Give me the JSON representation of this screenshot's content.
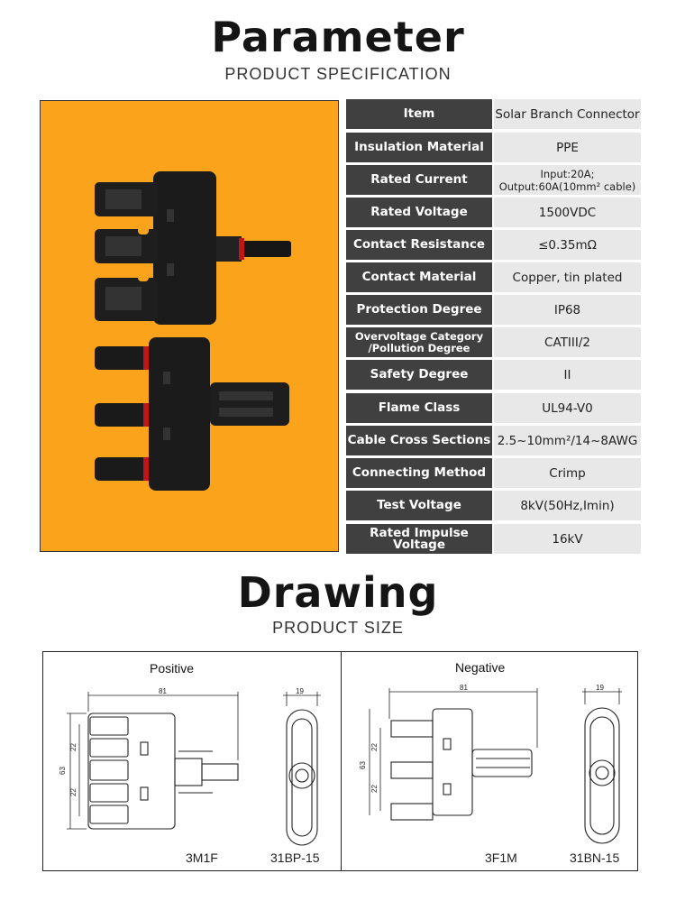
{
  "header": {
    "title": "Parameter",
    "subtitle": "PRODUCT SPECIFICATION"
  },
  "spec": {
    "rows": [
      {
        "key": "Item",
        "value": "Solar Branch Connector"
      },
      {
        "key": "Insulation Material",
        "value": "PPE"
      },
      {
        "key": "Rated Current",
        "value_lines": [
          "Input:20A;",
          "Output:60A(10mm² cable)"
        ]
      },
      {
        "key": "Rated Voltage",
        "value": "1500VDC"
      },
      {
        "key": "Contact Resistance",
        "value": "≤0.35mΩ"
      },
      {
        "key": "Contact Material",
        "value": "Copper, tin plated"
      },
      {
        "key": "Protection Degree",
        "value": "IP68"
      },
      {
        "key_lines": [
          "Overvoltage Category",
          "/Pollution Degree"
        ],
        "value": "CATIII/2"
      },
      {
        "key": "Safety Degree",
        "value": "II"
      },
      {
        "key": "Flame Class",
        "value": "UL94-V0"
      },
      {
        "key": "Cable Cross Sections",
        "value": "2.5~10mm²/14~8AWG"
      },
      {
        "key": "Connecting Method",
        "value": "Crimp"
      },
      {
        "key": "Test Voltage",
        "value": "8kV(50Hz,Imin)"
      },
      {
        "key": "Rated Impulse Voltage",
        "value": "16kV"
      }
    ]
  },
  "drawing_section": {
    "title": "Drawing",
    "subtitle": "PRODUCT SIZE"
  },
  "drawing": {
    "positive": {
      "label": "Positive",
      "model_left": "3M1F",
      "model_right": "31BP-15",
      "dim_width": "81",
      "dim_height": "63",
      "dim_pitch": "22",
      "dim_end": "19"
    },
    "negative": {
      "label": "Negative",
      "model_left": "3F1M",
      "model_right": "31BN-15",
      "dim_width": "81",
      "dim_height": "63",
      "dim_pitch": "22",
      "dim_end": "19"
    }
  },
  "colors": {
    "photo_bg": "#FAA31B",
    "key_bg": "#404040",
    "value_bg": "#e8e8e8"
  }
}
